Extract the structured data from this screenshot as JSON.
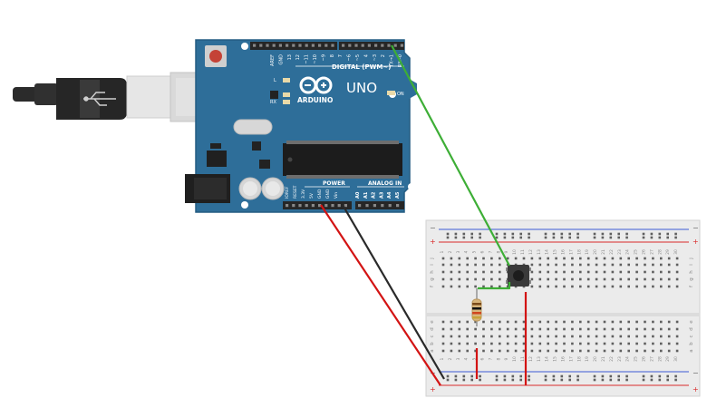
{
  "canvas": {
    "background": "#ffffff"
  },
  "colors": {
    "board_blue": "#2e6e99",
    "board_border": "#255d83",
    "header_black": "#262626",
    "breadboard_bg": "#ebebeb",
    "rail_red": "#d92b2b",
    "rail_blue": "#3c5bd6",
    "wire_green": "#3dae36",
    "wire_red": "#d31414",
    "wire_black": "#2a2a2a",
    "resistor_body": "#d8b57c"
  },
  "arduino": {
    "brand": "ARDUINO",
    "model": "UNO",
    "header_digital_label": "DIGITAL (PWM~)",
    "header_power_label": "POWER",
    "header_analog_label": "ANALOG IN",
    "led_on_label": "ON",
    "led_l_label": "L",
    "led_tx_label": "TX",
    "led_rx_label": "RX",
    "digital_pins": [
      "AREF",
      "GND",
      "13",
      "12",
      "~11",
      "~10",
      "~9",
      "8",
      "7",
      "~6",
      "~5",
      "4",
      "~3",
      "2",
      "TX→1",
      "RX←0"
    ],
    "power_pins": [
      "IOREF",
      "RESET",
      "3.3V",
      "5V",
      "GND",
      "GND",
      "Vin"
    ],
    "analog_pins": [
      "A0",
      "A1",
      "A2",
      "A3",
      "A4",
      "A5"
    ]
  },
  "breadboard": {
    "rail_minus": "−",
    "rail_plus": "+",
    "rows_top": [
      "j",
      "i",
      "h",
      "g",
      "f"
    ],
    "rows_bottom": [
      "e",
      "d",
      "c",
      "b",
      "a"
    ],
    "column_count": 30
  },
  "components": {
    "usb_cable": "usb-b-cable",
    "pushbutton": "pushbutton",
    "resistor": "resistor"
  },
  "wires": [
    {
      "name": "green-signal-wire",
      "color": "#3dae36"
    },
    {
      "name": "red-5v-wire",
      "color": "#d31414"
    },
    {
      "name": "black-gnd-wire",
      "color": "#2a2a2a"
    }
  ]
}
